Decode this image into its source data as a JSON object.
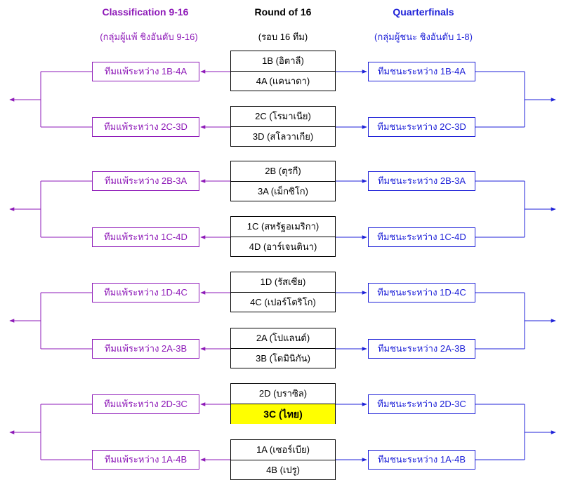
{
  "headers": {
    "left_title": "Classification 9-16",
    "left_subtitle": "(กลุ่มผู้แพ้ ชิงอันดับ 9-16)",
    "center_title": "Round of 16",
    "center_subtitle": "(รอบ 16 ทีม)",
    "right_title": "Quarterfinals",
    "right_subtitle": "(กลุ่มผู้ชนะ ชิงอันดับ 1-8)"
  },
  "colors": {
    "loser": "#8e1ab8",
    "winner": "#1f22d8",
    "highlight": "#ffff00"
  },
  "matches": [
    {
      "team_a": "1B (อิตาลี)",
      "team_b": "4A (แคนาดา)",
      "loser_label": "ทีมแพ้ระหว่าง 1B-4A",
      "winner_label": "ทีมชนะระหว่าง 1B-4A"
    },
    {
      "team_a": "2C (โรมาเนีย)",
      "team_b": "3D (สโลวาเกีย)",
      "loser_label": "ทีมแพ้ระหว่าง 2C-3D",
      "winner_label": "ทีมชนะระหว่าง 2C-3D"
    },
    {
      "team_a": "2B (ตุรกี)",
      "team_b": "3A (เม็กซิโก)",
      "loser_label": "ทีมแพ้ระหว่าง 2B-3A",
      "winner_label": "ทีมชนะระหว่าง 2B-3A"
    },
    {
      "team_a": "1C (สหรัฐอเมริกา)",
      "team_b": "4D (อาร์เจนตินา)",
      "loser_label": "ทีมแพ้ระหว่าง 1C-4D",
      "winner_label": "ทีมชนะระหว่าง 1C-4D"
    },
    {
      "team_a": "1D (รัสเซีย)",
      "team_b": "4C (เปอร์โตริโก)",
      "loser_label": "ทีมแพ้ระหว่าง 1D-4C",
      "winner_label": "ทีมชนะระหว่าง 1D-4C"
    },
    {
      "team_a": "2A (โปแลนด์)",
      "team_b": "3B (โดมินิกัน)",
      "loser_label": "ทีมแพ้ระหว่าง 2A-3B",
      "winner_label": "ทีมชนะระหว่าง 2A-3B"
    },
    {
      "team_a": "2D (บราซิล)",
      "team_b": "3C (ไทย)",
      "loser_label": "ทีมแพ้ระหว่าง 2D-3C",
      "winner_label": "ทีมชนะระหว่าง 2D-3C",
      "highlight_team_b": true
    },
    {
      "team_a": "1A (เซอร์เบีย)",
      "team_b": "4B (เปรู)",
      "loser_label": "ทีมแพ้ระหว่าง 1A-4B",
      "winner_label": "ทีมชนะระหว่าง 1A-4B"
    }
  ]
}
